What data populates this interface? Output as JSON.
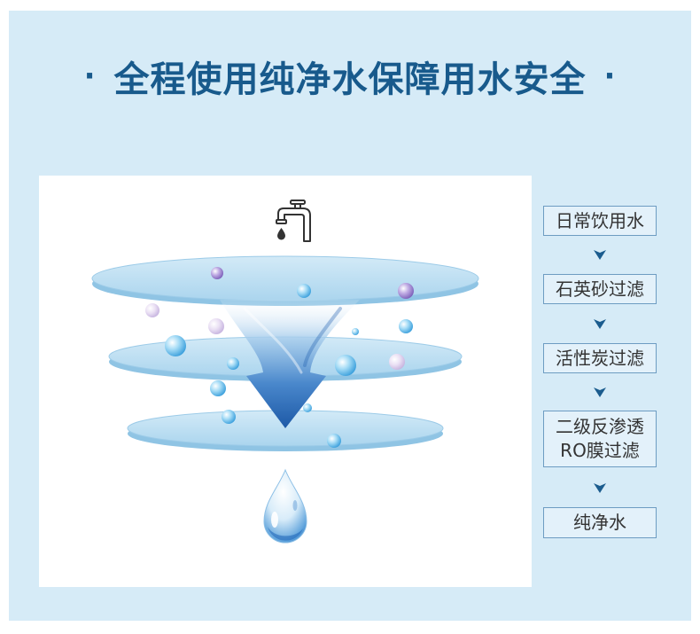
{
  "title": {
    "text": "全程使用纯净水保障用水安全",
    "dot": "·"
  },
  "illustration": {
    "icons": [
      "faucet-icon",
      "filter-funnel-arrow-icon",
      "water-drop-icon"
    ]
  },
  "flow": {
    "connector_icon": "chevron-down-icon",
    "steps": [
      {
        "lines": [
          "日常饮用水"
        ]
      },
      {
        "lines": [
          "石英砂过滤"
        ]
      },
      {
        "lines": [
          "活性炭过滤"
        ]
      },
      {
        "lines": [
          "二级反渗透",
          "RO膜过滤"
        ]
      },
      {
        "lines": [
          "纯净水"
        ]
      }
    ]
  },
  "colors": {
    "background": "#d6ebf7",
    "panel": "#ffffff",
    "title": "#185a8c",
    "arrow": "#1b5c8e",
    "box_border": "#6d9cc2",
    "box_fill": "#e3f1fa",
    "text": "#333333"
  }
}
